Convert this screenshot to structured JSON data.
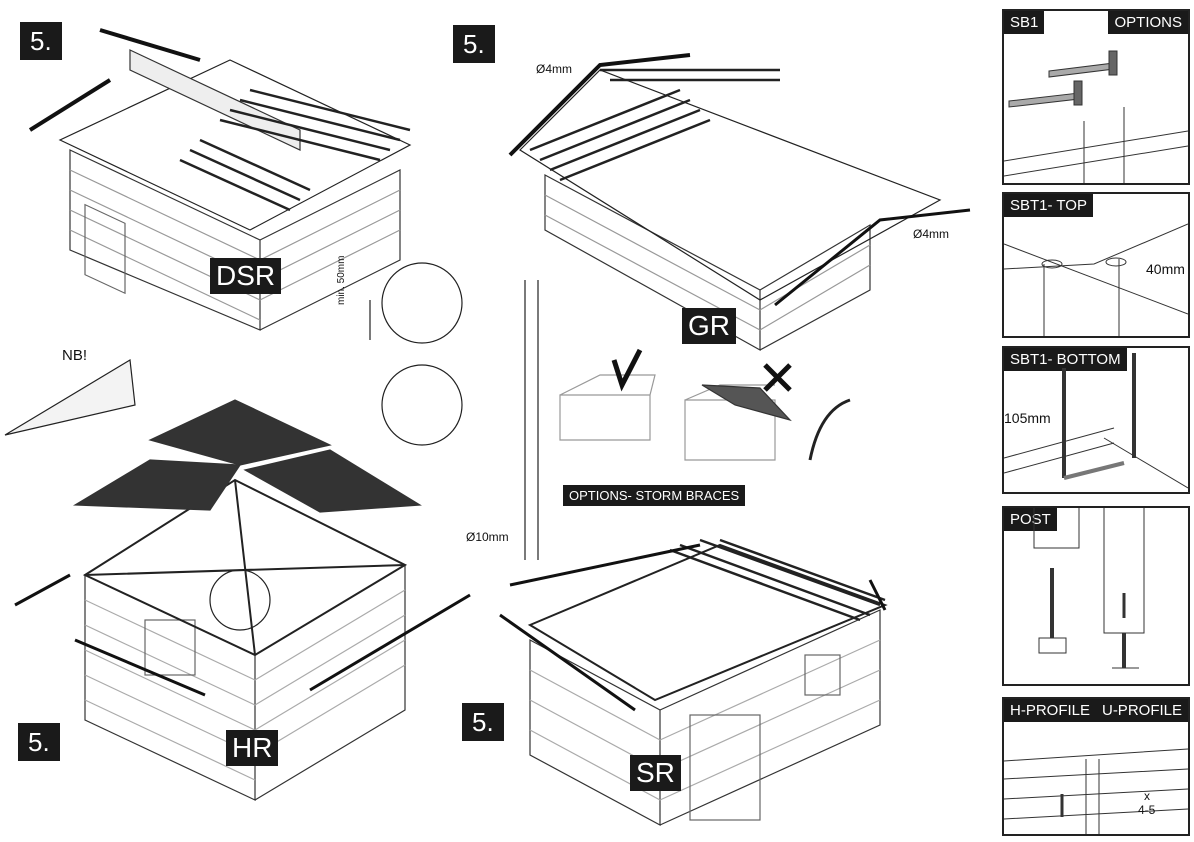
{
  "steps": {
    "dsr": "5.",
    "gr": "5.",
    "hr": "5.",
    "sr": "5."
  },
  "models": {
    "dsr": "DSR",
    "gr": "GR",
    "hr": "HR",
    "sr": "SR"
  },
  "notes": {
    "nb": "NB!",
    "drill_gr_top": "Ø4mm",
    "drill_gr_side": "Ø4mm",
    "min_depth": "min. 50mm",
    "drill_post": "Ø10mm",
    "storm_braces": "OPTIONS- STORM BRACES"
  },
  "panels": {
    "sb1": {
      "left": "SB1",
      "right": "OPTIONS"
    },
    "sbt1_top": {
      "title": "SBT1- TOP",
      "dim": "40mm"
    },
    "sbt1_bottom": {
      "title": "SBT1- BOTTOM",
      "dim": "105mm"
    },
    "post": {
      "title": "POST"
    },
    "profile": {
      "left": "H-PROFILE",
      "right": "U-PROFILE",
      "count_x": "x",
      "count": "4-5"
    }
  },
  "colors": {
    "label_bg": "#1a1a1a",
    "line": "#222222",
    "roof": "#3a3a3a",
    "tool": "#9a9a9a"
  }
}
